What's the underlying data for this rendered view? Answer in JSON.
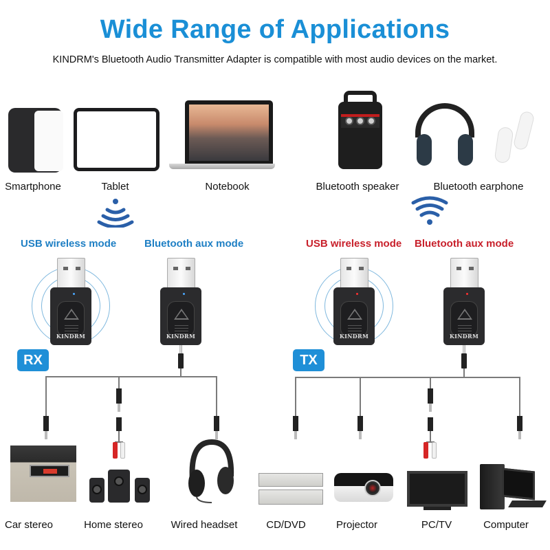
{
  "header": {
    "title": "Wide Range of Applications",
    "subtitle": "KINDRM's Bluetooth Audio Transmitter Adapter is compatible with most audio devices on the market."
  },
  "top_devices": {
    "receiver_sources": [
      {
        "label": "Smartphone",
        "icon": "smartphone-icon"
      },
      {
        "label": "Tablet",
        "icon": "tablet-icon"
      },
      {
        "label": "Notebook",
        "icon": "laptop-icon"
      }
    ],
    "transmitter_targets": [
      {
        "label": "Bluetooth speaker",
        "icon": "speaker-icon"
      },
      {
        "label": "Bluetooth earphone",
        "icon": "headphones-icon"
      }
    ]
  },
  "modes": {
    "rx": {
      "badge": "RX",
      "usb_mode": "USB wireless mode",
      "aux_mode": "Bluetooth aux mode",
      "color": "#1e7fc4",
      "led_color": "#4aa8ff"
    },
    "tx": {
      "badge": "TX",
      "usb_mode": "USB wireless mode",
      "aux_mode": "Bluetooth aux mode",
      "color": "#c8202b",
      "led_color": "#ff3030"
    }
  },
  "adapter": {
    "brand": "KINDRM"
  },
  "bottom_devices": {
    "rx_outputs": [
      {
        "label": "Car stereo",
        "icon": "car-stereo-icon"
      },
      {
        "label": "Home stereo",
        "icon": "home-stereo-icon"
      },
      {
        "label": "Wired headset",
        "icon": "wired-headset-icon"
      }
    ],
    "tx_inputs": [
      {
        "label": "CD/DVD",
        "icon": "cd-dvd-player-icon"
      },
      {
        "label": "Projector",
        "icon": "projector-icon"
      },
      {
        "label": "PC/TV",
        "icon": "tv-icon"
      },
      {
        "label": "Computer",
        "icon": "desktop-computer-icon"
      }
    ]
  },
  "colors": {
    "title_blue": "#1a8fd6",
    "badge_blue": "#1f8fd7",
    "rx_label_blue": "#1e7fc4",
    "tx_label_red": "#c8202b",
    "wifi_blue": "#2a5fa8"
  }
}
